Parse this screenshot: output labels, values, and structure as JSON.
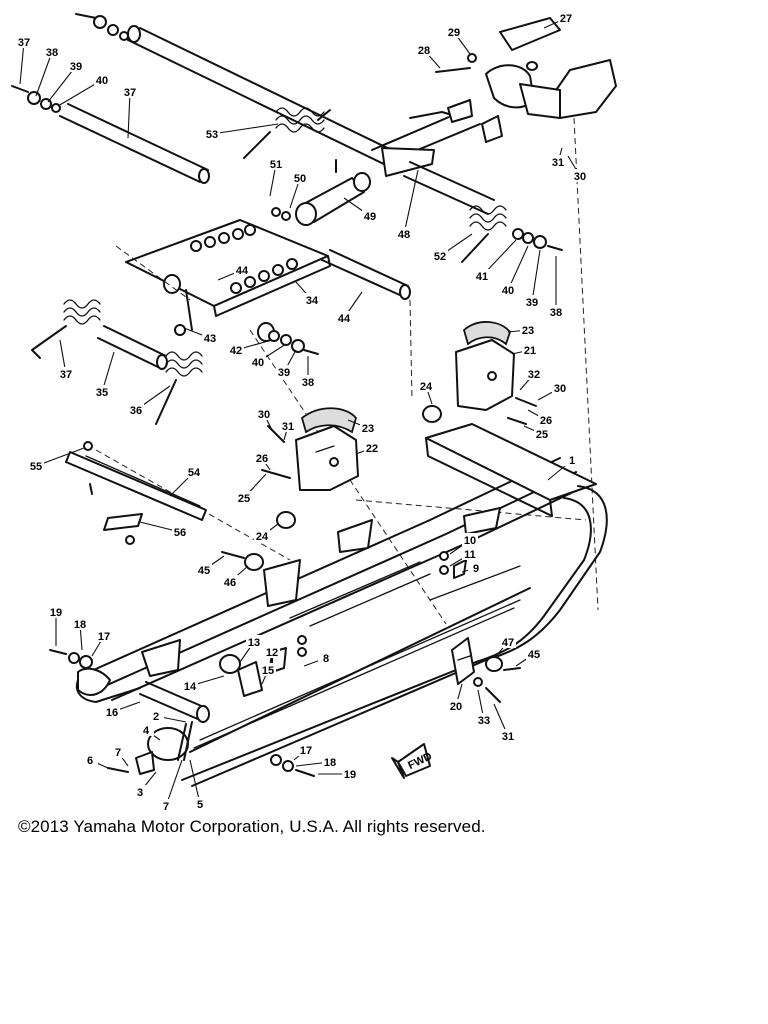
{
  "copyright": "©2013 Yamaha Motor Corporation, U.S.A. All rights reserved.",
  "fwd_label": "FWD",
  "callouts": [
    "1",
    "2",
    "3",
    "4",
    "5",
    "6",
    "7",
    "7",
    "8",
    "9",
    "10",
    "11",
    "12",
    "13",
    "14",
    "15",
    "16",
    "17",
    "17",
    "18",
    "18",
    "19",
    "19",
    "20",
    "21",
    "22",
    "23",
    "23",
    "24",
    "24",
    "25",
    "25",
    "26",
    "26",
    "27",
    "28",
    "29",
    "30",
    "30",
    "30",
    "31",
    "31",
    "31",
    "32",
    "33",
    "34",
    "35",
    "36",
    "37",
    "37",
    "37",
    "38",
    "38",
    "38",
    "39",
    "39",
    "39",
    "40",
    "40",
    "40",
    "41",
    "42",
    "43",
    "44",
    "44",
    "45",
    "45",
    "46",
    "47",
    "48",
    "49",
    "50",
    "51",
    "52",
    "53",
    "54",
    "55",
    "56"
  ]
}
